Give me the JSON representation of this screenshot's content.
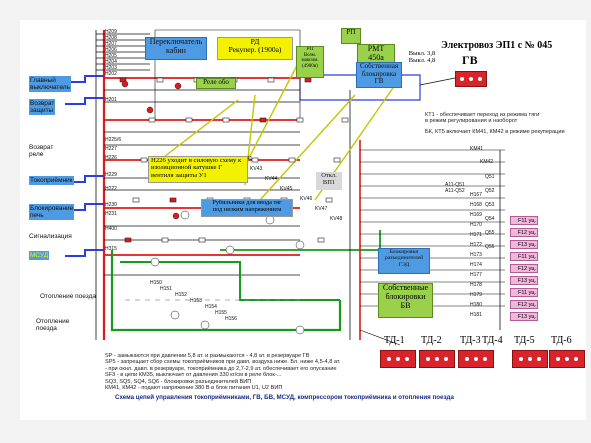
{
  "title": "Электровоз ЭП1 с № 045",
  "gv_label": "ГВ",
  "boxes": {
    "switch_kabin": "Переключатель\nкабин",
    "rd_rekuper": "РД\nРекупер. (1900а)",
    "rp_upper": "РП",
    "rp_voltage": "РП\nВозм.\nмаксим.\n(4900в)",
    "rmt": "РМТ\n450а",
    "own_block_gv": "Собственная\nблокировка\nГВ",
    "rele_ob": "Реле обо",
    "n226_note": "Н226 уходит в силовую схему к\nизоляционной катушке Г\nвентиля защиты У1",
    "rubilnik_note": "Рубильники для ввода тяг\nпод низким напряжением",
    "block_razed": "Блокировки\nразъединителей\nГЭД",
    "own_block_bv": "Собственные\nблокировки\nБВ",
    "otkl": "Откл.\nВП1"
  },
  "vykl": "Выкл. 3,8\nВыкл. 4,8",
  "kt1_note": "КТ1 - обеспечивает переход из режима тяги\nв режим регулирования и наоборот",
  "kt5_note": "БК, КТ5 включает КМ41, КМ42 в режиме рекуперации",
  "left_labels": [
    "Главный\nвыключатель",
    "Возврат\nзащиты",
    "Возврат\nреле",
    "Токоприёмник",
    "Блокирование\nпечь",
    "Сигнализация",
    "МСУД",
    "Отопление поезда",
    "Отопление\nпоезда"
  ],
  "wire_labels": [
    "H209",
    "H208",
    "H207",
    "H206",
    "H205",
    "H204",
    "H203",
    "H202",
    "H201",
    "H225/6",
    "H227",
    "H226",
    "H229",
    "H222",
    "H230",
    "H231",
    "H400",
    "H315",
    "H150",
    "H151",
    "H152",
    "H153",
    "H154",
    "H155",
    "H156",
    "KV41",
    "KV43",
    "KV44",
    "KV45",
    "KV46",
    "KV47",
    "KV48",
    "KM41",
    "KM42",
    "Q51",
    "Q52",
    "Q53",
    "Q54",
    "Q55",
    "Q56",
    "A11-Q51",
    "A11-Q52",
    "H167",
    "H168",
    "H169",
    "H170",
    "H171",
    "H172",
    "H173",
    "H174",
    "H177",
    "H178",
    "H179",
    "H180",
    "H181"
  ],
  "pink_cells": [
    "F11 yц.",
    "F12 yц.",
    "F13 yц.",
    "F11 yц.",
    "F12 yц.",
    "F13 yц.",
    "F11 yц.",
    "F12 yц.",
    "F13 yц."
  ],
  "td_labels": [
    "ТД-1",
    "ТД-2",
    "ТД-3",
    "ТД-4",
    "ТД-5",
    "ТД-6"
  ],
  "bottom_notes": "SP - замыкаются при давлении 5,8 ат. и размыкаются - 4,8 ат. в резервуаре ГВ\nSP5 - запрещает сбор схемы токоприёмников при давл. воздуха ниже. Бл. ниже 4,5-4,8 ат.\n- при окнл. давл. в резервуаре, токоприёмника до 2,7-2,9 ат. обеспечивает его опускание\nSF3 - в цепи КМ35, выключает от давления 330 кг/см в реле блок-...\nSQ3, SQ5, SQ4, SQ6 - блокировки разъединителей ВИП\nКМ41, КМ42 - подают напряжение 380 В в блок питания U1, U2 ВИП",
  "caption": "Схема цепей управления токоприёмниками, ГВ, БВ, МСУД, компрессором токоприёмника и отопления поезда",
  "colors": {
    "wire_red": "#e0191c",
    "wire_blue": "#2b3fe0",
    "wire_green": "#179b1e",
    "wire_black": "#111111",
    "wire_gray": "#8a8a8a",
    "highlight_yellow": "#f2f200",
    "panel_red": "#d9242c",
    "box_blue": "#4f9be3",
    "box_green": "#9ad14b",
    "pink": "#f1b7da"
  }
}
